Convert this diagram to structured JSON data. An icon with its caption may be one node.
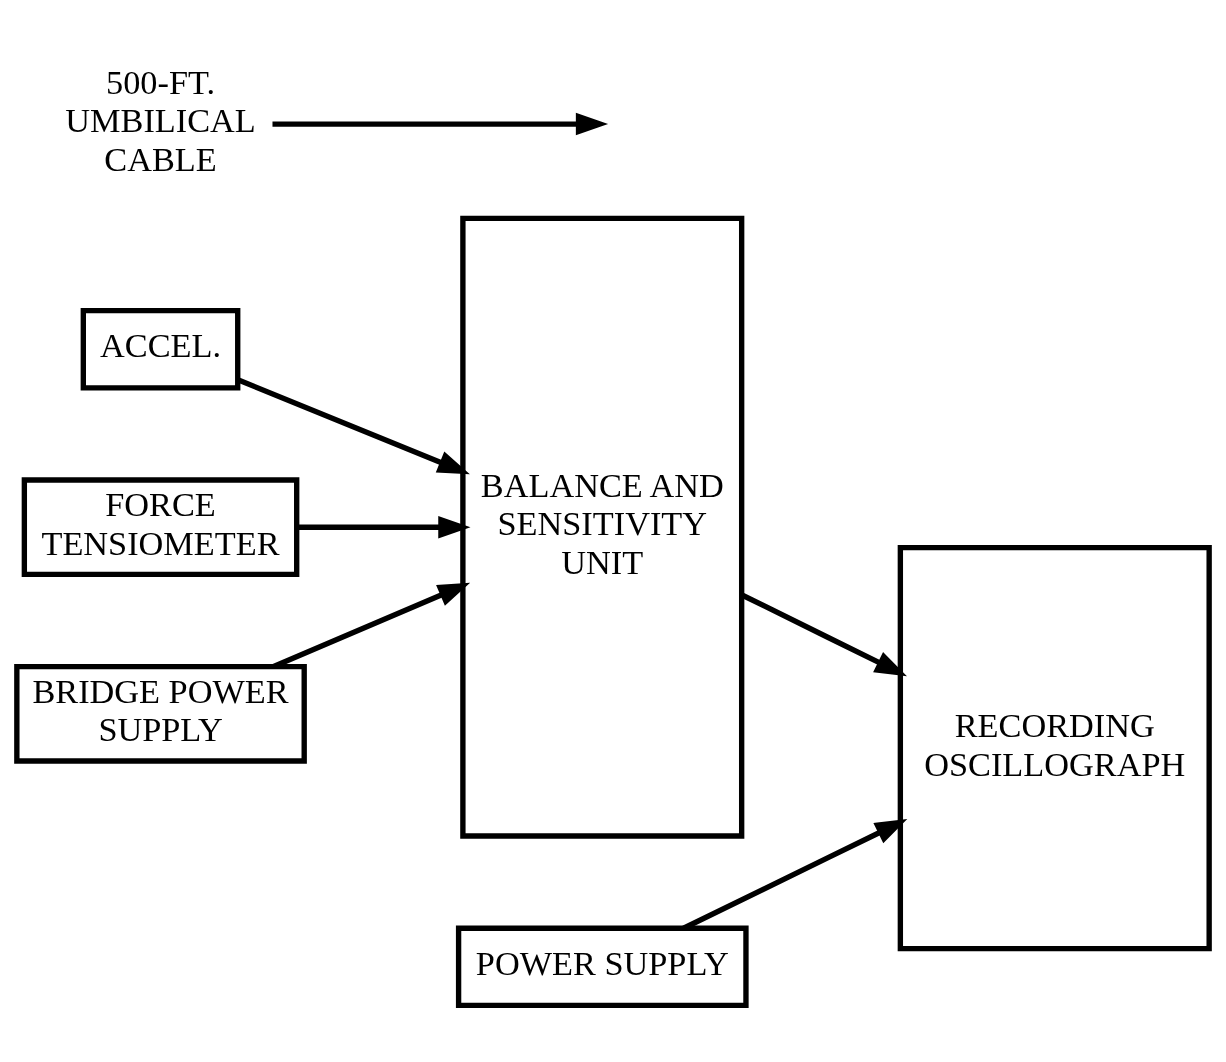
{
  "diagram": {
    "nodes": [
      {
        "text": [
          "ACCEL."
        ]
      },
      {
        "text": [
          "BALANCE AND SENSITIVITY UNIT"
        ]
      },
      {
        "text": [
          "FORCE TENSIOMETER"
        ]
      },
      {
        "text": [
          "RECORDING OSCILLOGRAPH"
        ]
      },
      {
        "text": [
          "BRIDGE POWER SUPPLY"
        ]
      },
      {
        "text": [
          "POWER SUPPLY"
        ]
      },
      {
        "text": [
          "500-FT. UMBILICAL CABLE"
        ]
      }
    ],
    "edges": [
      {
        "from": 0,
        "to": 1,
        "arrow": "to"
      },
      {
        "from": 2,
        "to": 1,
        "arrow": "to"
      },
      {
        "from": 1,
        "to": 3,
        "arrow": "to"
      },
      {
        "from": 4,
        "to": 1,
        "arrow": "to"
      },
      {
        "from": 5,
        "to": 3,
        "arrow": "to"
      },
      {
        "from": 6,
        "to": null,
        "arrow": "to"
      }
    ]
  }
}
